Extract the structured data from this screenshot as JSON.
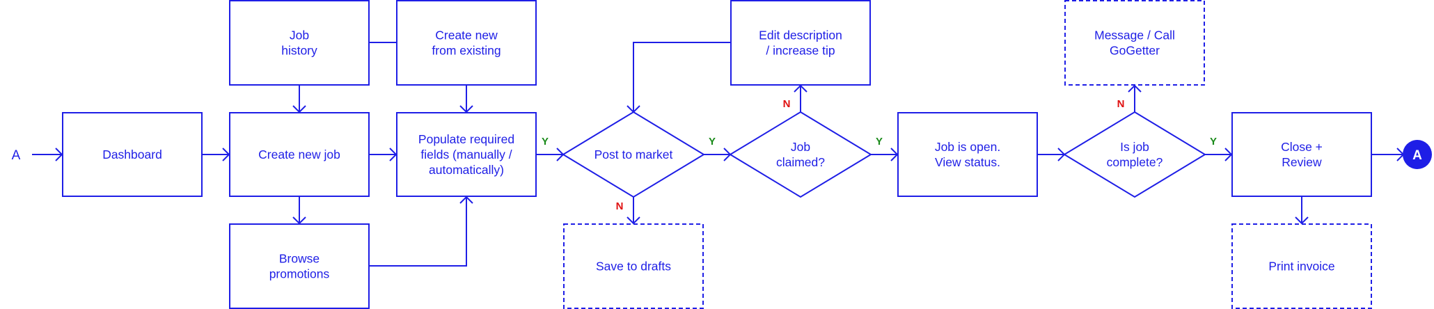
{
  "colors": {
    "line": "#1e1ee6",
    "yes": "#1a8a1a",
    "no": "#e01010",
    "fill": "#ffffff",
    "connector_fill": "#1e1ee6"
  },
  "start_label": "A",
  "end_connector": "A",
  "nodes": {
    "dashboard": [
      "Dashboard"
    ],
    "job_history": [
      "Job",
      "history"
    ],
    "create_new_from_existing": [
      "Create new",
      "from existing"
    ],
    "create_new_job": [
      "Create new job"
    ],
    "populate_fields": [
      "Populate required",
      "fields (manually /",
      "automatically)"
    ],
    "browse_promotions": [
      "Browse",
      "promotions"
    ],
    "post_to_market": [
      "Post to market"
    ],
    "save_to_drafts": [
      "Save to drafts"
    ],
    "edit_description": [
      "Edit description",
      "/ increase tip"
    ],
    "job_claimed": [
      "Job",
      "claimed?"
    ],
    "job_open": [
      "Job is open.",
      "View status."
    ],
    "message_call": [
      "Message / Call",
      "GoGetter"
    ],
    "is_job_complete": [
      "Is job",
      "complete?"
    ],
    "close_review": [
      "Close +",
      "Review"
    ],
    "print_invoice": [
      "Print invoice"
    ]
  },
  "edge_labels": {
    "populate_yes": "Y",
    "post_yes": "Y",
    "post_no": "N",
    "claimed_yes": "Y",
    "claimed_no": "N",
    "complete_yes": "Y",
    "complete_no": "N"
  }
}
